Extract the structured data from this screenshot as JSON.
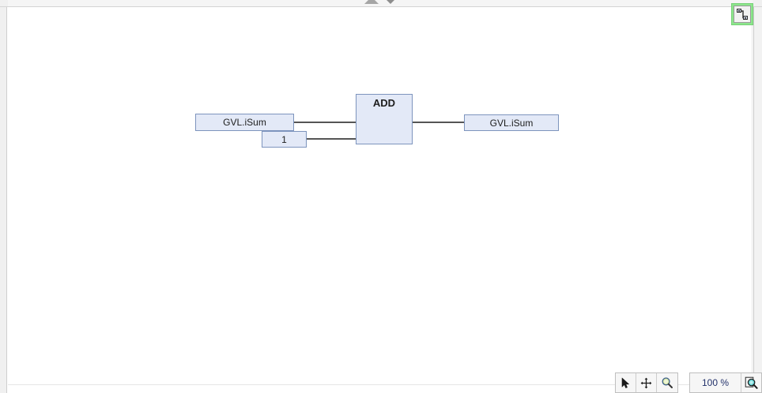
{
  "editor": {
    "language": "FBD",
    "canvas_background": "#ffffff",
    "box_fill_color": "#e3e9f7",
    "box_border_color": "#7d94bd",
    "wire_color": "#555555"
  },
  "network": {
    "inputs": [
      {
        "name": "input-variable-1",
        "label": "GVL.iSum",
        "kind": "variable"
      },
      {
        "name": "input-constant-1",
        "label": "1",
        "kind": "constant"
      }
    ],
    "operator": {
      "name": "add-block",
      "label": "ADD"
    },
    "outputs": [
      {
        "name": "output-variable-1",
        "label": "GVL.iSum",
        "kind": "variable"
      }
    ]
  },
  "toolbar_top_right": {
    "button_label": "",
    "icon": "network-connection-icon",
    "highlight_color": "#8ce68c",
    "tooltip": ""
  },
  "splitter": {
    "up_icon": "triangle-up-icon",
    "down_icon": "triangle-down-icon"
  },
  "status_bar": {
    "mode_buttons": [
      {
        "name": "pointer-tool-button",
        "icon": "cursor-arrow-icon"
      },
      {
        "name": "pan-tool-button",
        "icon": "move-cross-icon"
      },
      {
        "name": "zoom-tool-button",
        "icon": "magnifier-icon"
      }
    ],
    "zoom": {
      "value": "100 %",
      "fit_icon": "zoom-fit-page-icon"
    }
  }
}
